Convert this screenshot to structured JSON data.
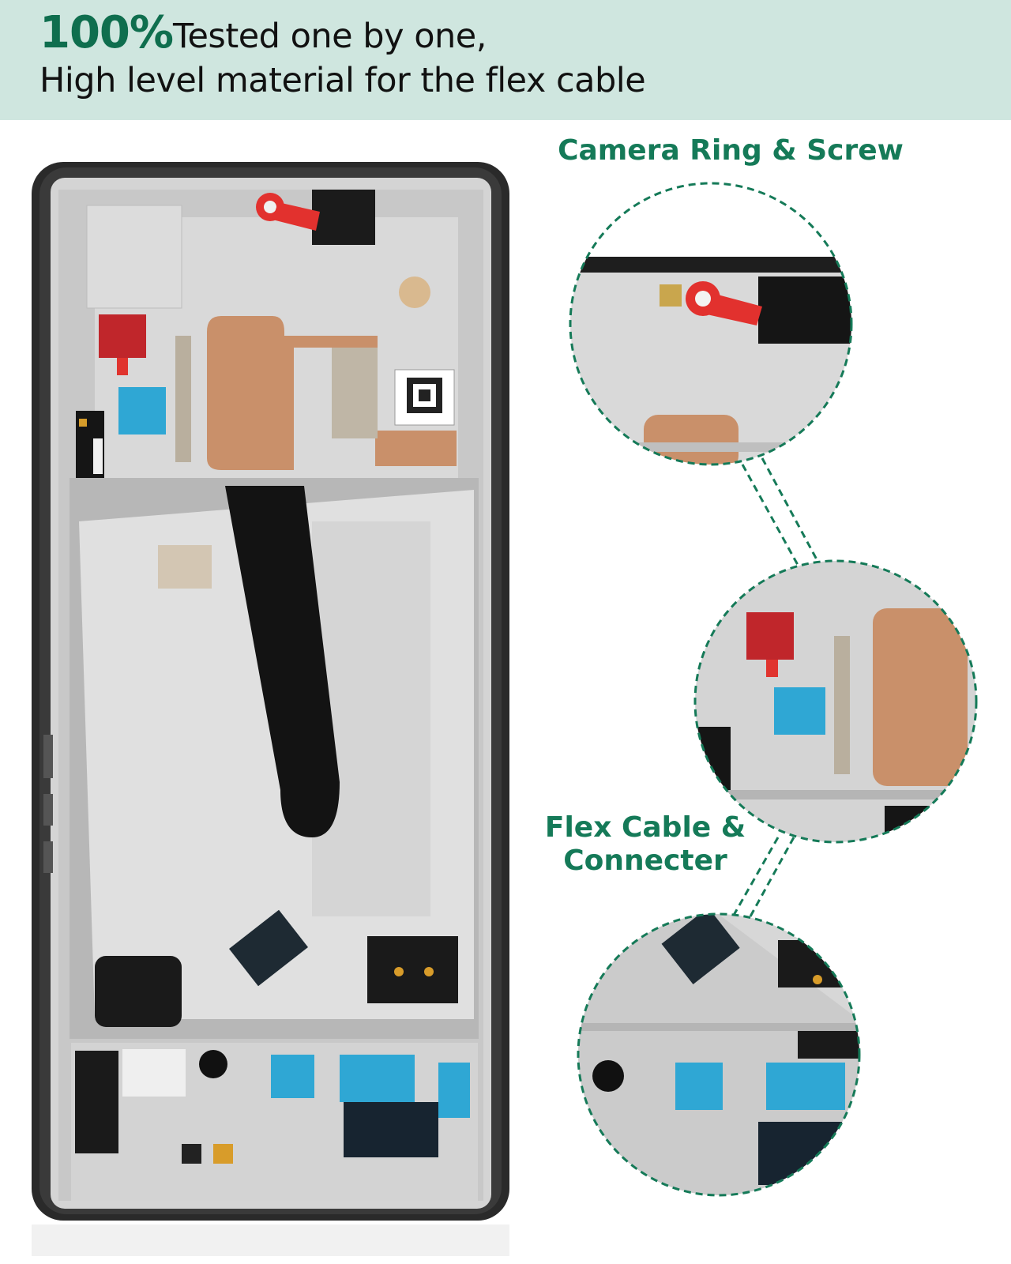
{
  "banner": {
    "percent": "100%",
    "line1_rest": "Tested one by one,",
    "line2": "High level material for the flex cable"
  },
  "callouts": {
    "camera": "Camera Ring & Screw",
    "flex_line1": "Flex Cable &",
    "flex_line2": "Connecter"
  },
  "colors": {
    "banner_bg": "#cfe6df",
    "accent_green": "#157a58",
    "frame_black": "#2a2a2a",
    "frame_silver": "#d2d2d2",
    "copper": "#c9906a",
    "adhesive_blue": "#2fa7d4",
    "adhesive_red": "#c0262b",
    "camera_ring_red": "#e2312e"
  },
  "icons": {
    "zoom_camera": "camera-ring-zoom-icon",
    "zoom_flex_top": "flex-cable-zoom-icon",
    "zoom_flex_bottom": "connector-zoom-icon"
  }
}
